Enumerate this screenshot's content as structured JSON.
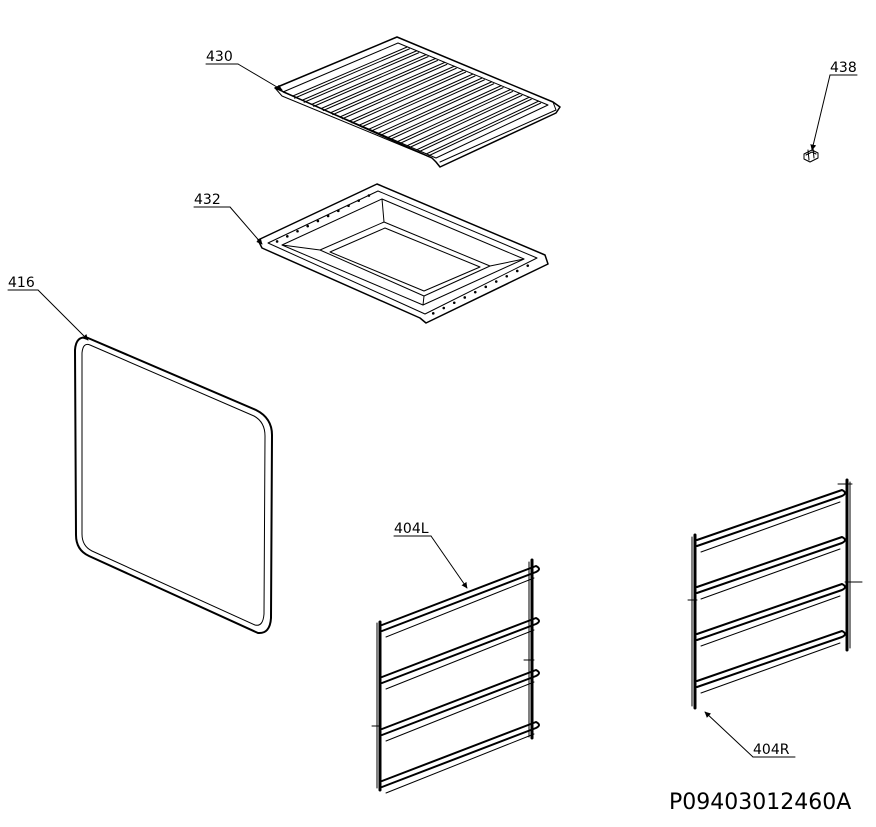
{
  "labels": {
    "wire_shelf": "430",
    "baking_tray": "432",
    "clip": "438",
    "door_seal": "416",
    "shelf_runner_left": "404L",
    "shelf_runner_right": "404R"
  },
  "drawing_code": "P09403012460A"
}
